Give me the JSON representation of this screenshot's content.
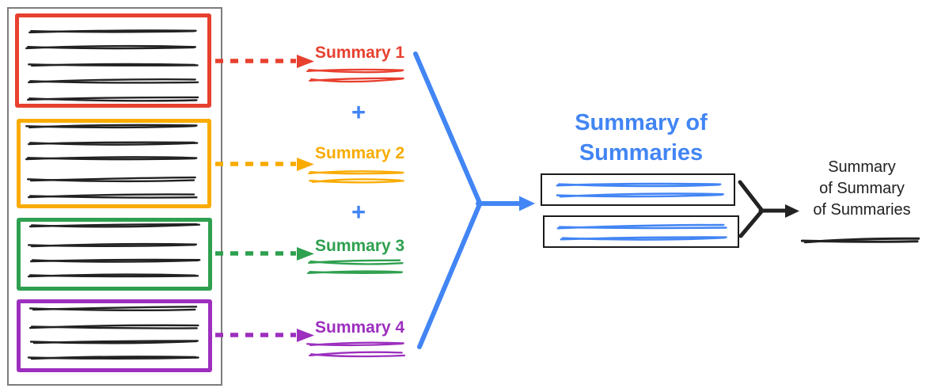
{
  "colors": {
    "red": "#E8402F",
    "yellow": "#F9AB00",
    "green": "#2EA04F",
    "purple": "#9C2FBE",
    "blue": "#4285F4",
    "ink": "#222222",
    "frame_gray": "#7d7d7d"
  },
  "document_panel": {
    "sections": [
      {
        "name": "section-1",
        "color": "red",
        "text_lines": 5
      },
      {
        "name": "section-2",
        "color": "yellow",
        "text_lines": 5
      },
      {
        "name": "section-3",
        "color": "green",
        "text_lines": 4
      },
      {
        "name": "section-4",
        "color": "purple",
        "text_lines": 4
      }
    ]
  },
  "summaries": [
    {
      "label": "Summary 1",
      "color": "red"
    },
    {
      "label": "Summary 2",
      "color": "yellow"
    },
    {
      "label": "Summary 3",
      "color": "green"
    },
    {
      "label": "Summary 4",
      "color": "purple"
    }
  ],
  "plus": "+",
  "summary_of_summaries": {
    "title_line_1": "Summary of",
    "title_line_2": "Summaries",
    "box_count": 2
  },
  "final_summary": {
    "line_1": "Summary",
    "line_2": "of Summary",
    "line_3": "of Summaries"
  }
}
